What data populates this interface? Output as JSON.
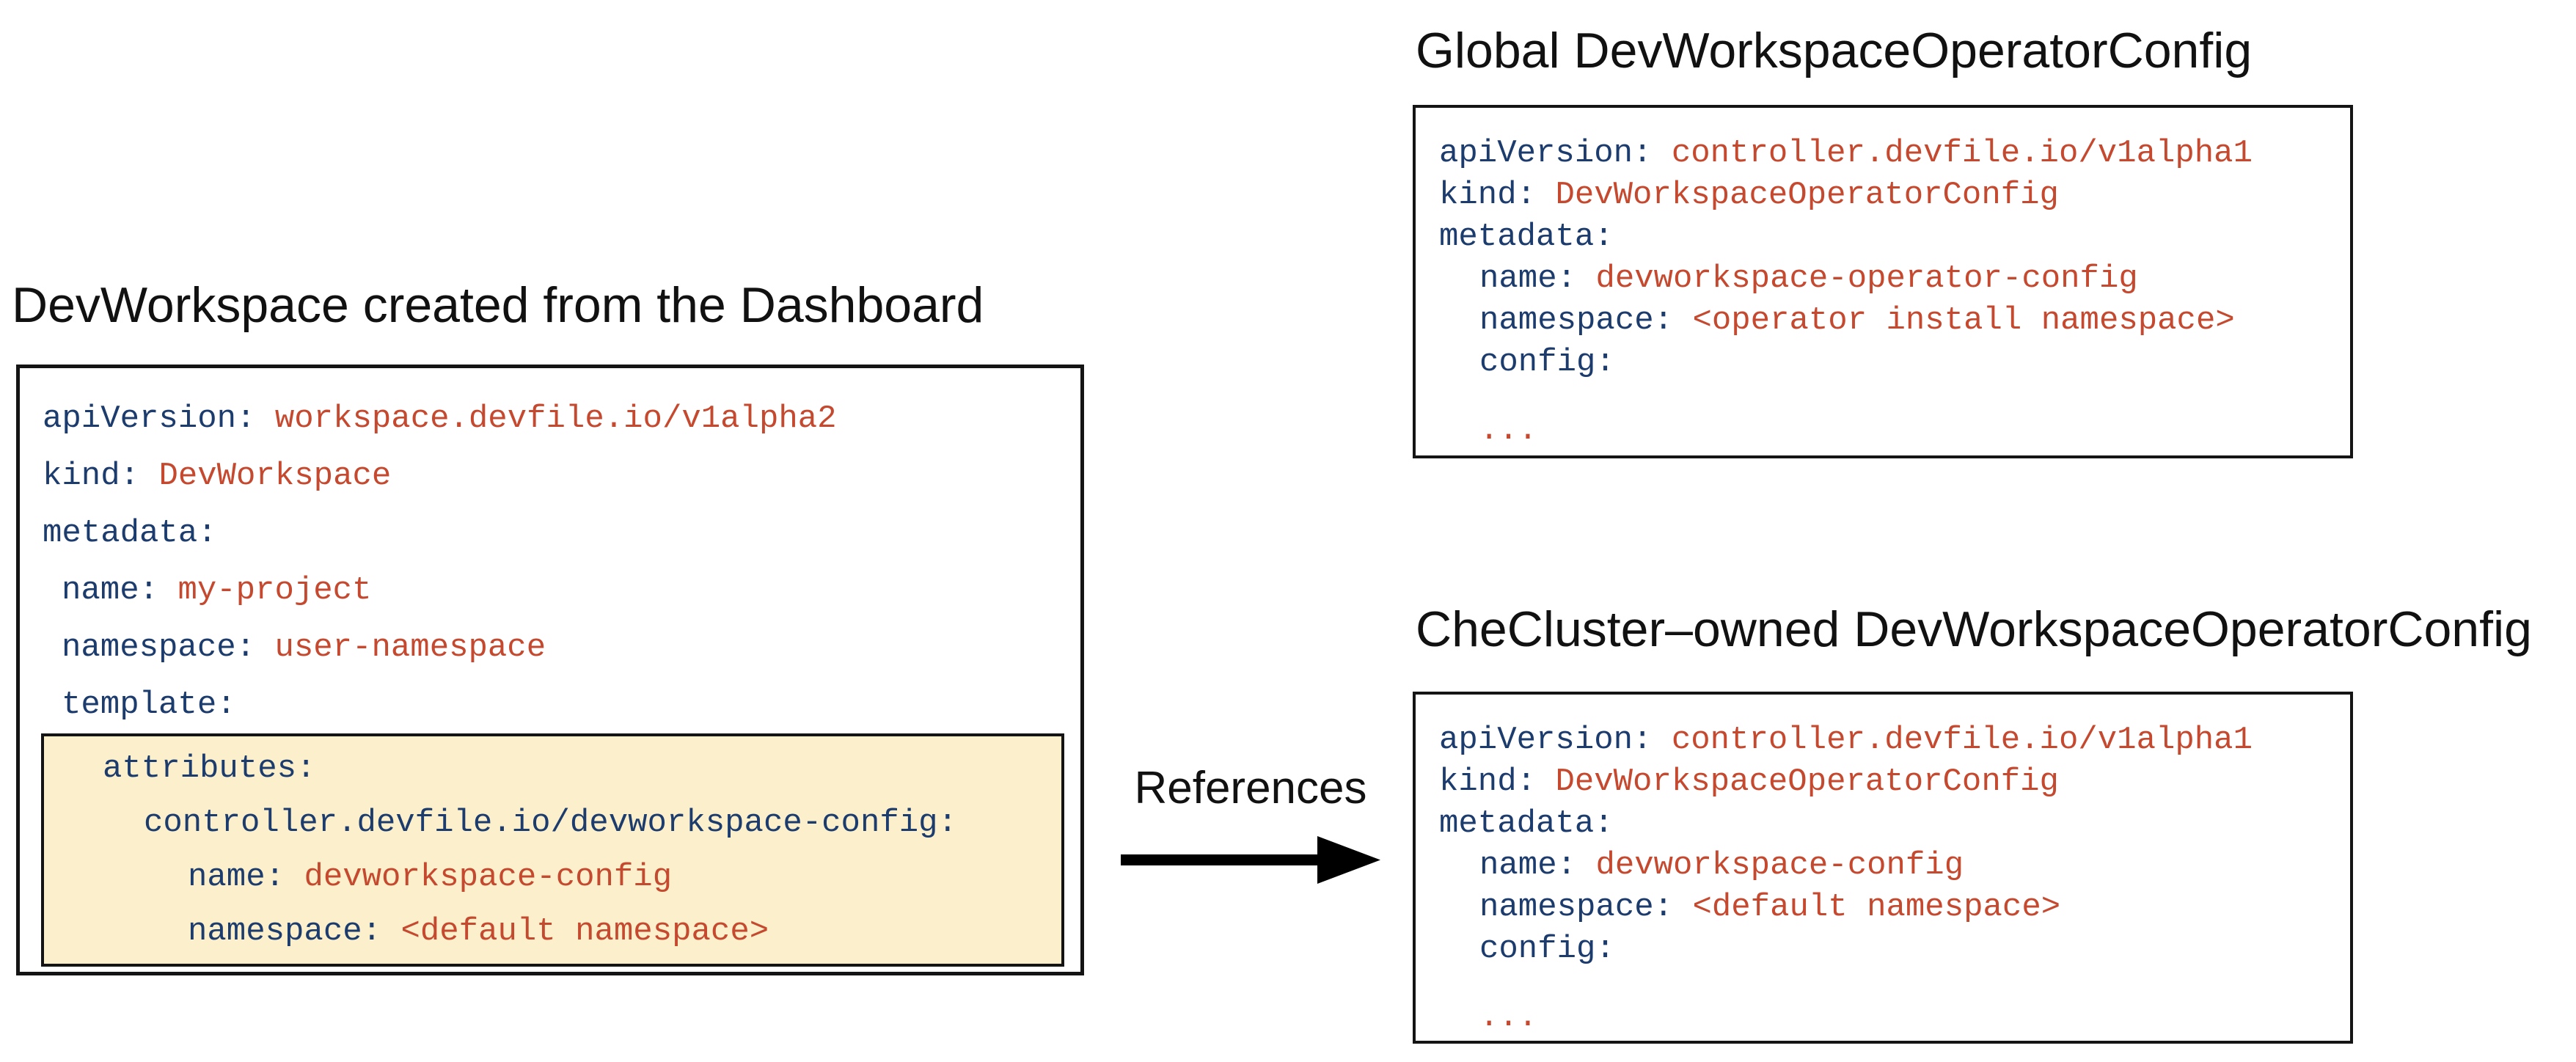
{
  "colors": {
    "yaml_key": "#1d3c6e",
    "yaml_value": "#c5492f",
    "highlight_bg": "#fbf0cb",
    "border": "#141414",
    "arrow": "#000000"
  },
  "left_panel": {
    "title": "DevWorkspace created from the Dashboard",
    "yaml": [
      {
        "level": 0,
        "key": "apiVersion:",
        "value": "workspace.devfile.io/v1alpha2"
      },
      {
        "level": 0,
        "key": "kind:",
        "value": "DevWorkspace"
      },
      {
        "level": 0,
        "key": "metadata:",
        "value": ""
      },
      {
        "level": 1,
        "key": "name:",
        "value": "my-project"
      },
      {
        "level": 1,
        "key": "namespace:",
        "value": "user-namespace"
      },
      {
        "level": 1,
        "key": "template:",
        "value": ""
      }
    ],
    "highlight_yaml": [
      {
        "level": 1,
        "key": "attributes:",
        "value": ""
      },
      {
        "level": 2,
        "key": "controller.devfile.io/devworkspace-config:",
        "value": ""
      },
      {
        "level": 3,
        "key": "name:",
        "value": "devworkspace-config"
      },
      {
        "level": 3,
        "key": "namespace:",
        "value": "<default namespace>"
      }
    ]
  },
  "reference": {
    "label": "References"
  },
  "global_panel": {
    "title": "Global DevWorkspaceOperatorConfig",
    "yaml": [
      {
        "level": 0,
        "key": "apiVersion:",
        "value": "controller.devfile.io/v1alpha1"
      },
      {
        "level": 0,
        "key": "kind:",
        "value": "DevWorkspaceOperatorConfig"
      },
      {
        "level": 0,
        "key": "metadata:",
        "value": ""
      },
      {
        "level": 1,
        "key": "name:",
        "value": "devworkspace-operator-config"
      },
      {
        "level": 1,
        "key": "namespace:",
        "value": "<operator install namespace>"
      },
      {
        "level": 1,
        "key": "config:",
        "value": ""
      },
      {
        "level": 1,
        "key": "",
        "value": "...",
        "gap": true
      }
    ]
  },
  "checluster_panel": {
    "title": "CheCluster–owned DevWorkspaceOperatorConfig",
    "yaml": [
      {
        "level": 0,
        "key": "apiVersion:",
        "value": "controller.devfile.io/v1alpha1"
      },
      {
        "level": 0,
        "key": "kind:",
        "value": "DevWorkspaceOperatorConfig"
      },
      {
        "level": 0,
        "key": "metadata:",
        "value": ""
      },
      {
        "level": 1,
        "key": "name:",
        "value": "devworkspace-config"
      },
      {
        "level": 1,
        "key": "namespace:",
        "value": "<default namespace>"
      },
      {
        "level": 1,
        "key": "config:",
        "value": ""
      },
      {
        "level": 1,
        "key": "",
        "value": "...",
        "gap": true
      }
    ]
  }
}
